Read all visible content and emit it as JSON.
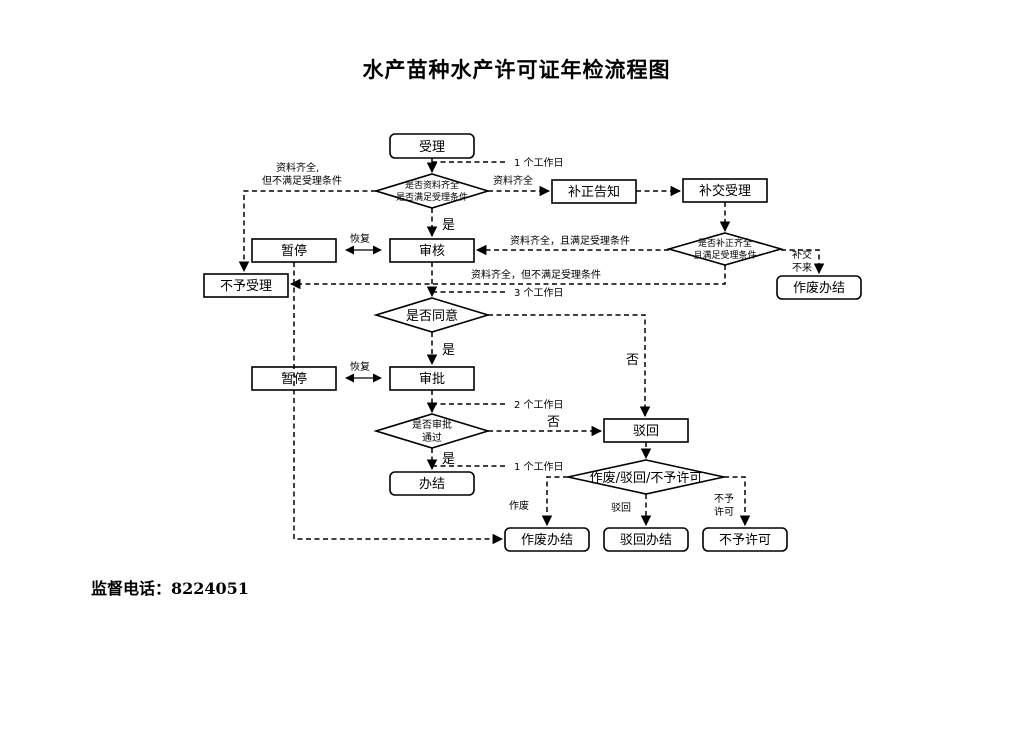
{
  "title": "水产苗种水产许可证年检流程图",
  "footer": {
    "phone": "监督电话：8224051"
  },
  "nodes": {
    "accept": "受理",
    "check_docs_1": "是否资料齐全",
    "check_docs_2": "是否满足受理条件",
    "supplement_notice": "补正告知",
    "supplement_accept": "补交受理",
    "check_supp_1": "是否补正齐全",
    "check_supp_2": "且满足受理条件",
    "pause_1": "暂停",
    "review": "审核",
    "reject_accept": "不予受理",
    "void_close_1": "作废办结",
    "agree": "是否同意",
    "pause_2": "暂停",
    "approve": "审批",
    "approved_1": "是否审批",
    "approved_2": "通过",
    "return": "驳回",
    "done": "办结",
    "outcome": "作废/驳回/不予许可",
    "void_close_2": "作废办结",
    "return_close": "驳回办结",
    "not_permit": "不予许可"
  },
  "labels": {
    "day_1a": "1 个工作日",
    "docs_complete_a": "资料齐全",
    "docs_complete_not_met_1": "资料齐全,",
    "docs_complete_not_met_2": "但不满足受理条件",
    "yes_1": "是",
    "resume_1": "恢复",
    "docs_complete_met": "资料齐全，且满足受理条件",
    "not_supplemented_1": "补交",
    "not_supplemented_2": "不来",
    "docs_complete_not_met_b": "资料齐全，但不满足受理条件",
    "day_3": "3 个工作日",
    "yes_2": "是",
    "no_1": "否",
    "resume_2": "恢复",
    "day_2": "2 个工作日",
    "no_2": "否",
    "yes_3": "是",
    "day_1b": "1 个工作日",
    "void": "作废",
    "return_lbl": "驳回",
    "not_permit_1": "不予",
    "not_permit_2": "许可"
  }
}
